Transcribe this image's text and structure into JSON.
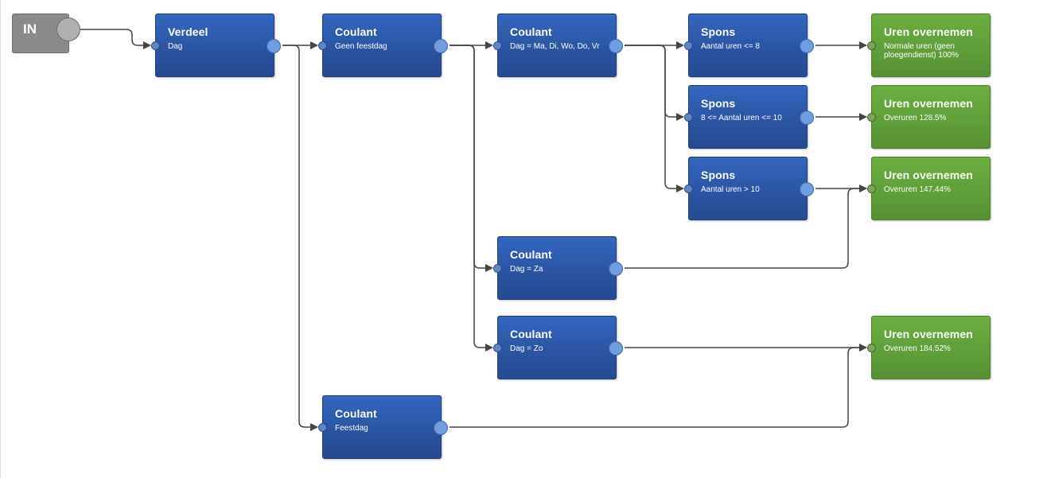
{
  "start": {
    "label": "IN"
  },
  "nodes": [
    {
      "id": "verdeel",
      "title": "Verdeel",
      "sub": "Dag"
    },
    {
      "id": "coulant-geen-feestdag",
      "title": "Coulant",
      "sub": "Geen feestdag"
    },
    {
      "id": "coulant-werkdag",
      "title": "Coulant",
      "sub": "Dag = Ma, Di, Wo, Do, Vr"
    },
    {
      "id": "spons-1",
      "title": "Spons",
      "sub": "Aantal uren <= 8"
    },
    {
      "id": "spons-2",
      "title": "Spons",
      "sub": "8 <= Aantal uren <= 10"
    },
    {
      "id": "spons-3",
      "title": "Spons",
      "sub": "Aantal uren > 10"
    },
    {
      "id": "coulant-za",
      "title": "Coulant",
      "sub": "Dag = Za"
    },
    {
      "id": "coulant-zo",
      "title": "Coulant",
      "sub": "Dag = Zo"
    },
    {
      "id": "coulant-feestdag",
      "title": "Coulant",
      "sub": "Feestdag"
    },
    {
      "id": "uren-1",
      "title": "Uren overnemen",
      "sub": "Normale uren (geen ploegendienst) 100%"
    },
    {
      "id": "uren-2",
      "title": "Uren overnemen",
      "sub": "Overuren 128.5%"
    },
    {
      "id": "uren-3",
      "title": "Uren overnemen",
      "sub": "Overuren 147.44%"
    },
    {
      "id": "uren-4",
      "title": "Uren overnemen",
      "sub": "Overuren 184.52%"
    }
  ],
  "colors": {
    "node_blue": "#2b55a3",
    "node_green": "#5f9e39",
    "start_gray": "#8a8a8a",
    "wire": "#444444"
  }
}
